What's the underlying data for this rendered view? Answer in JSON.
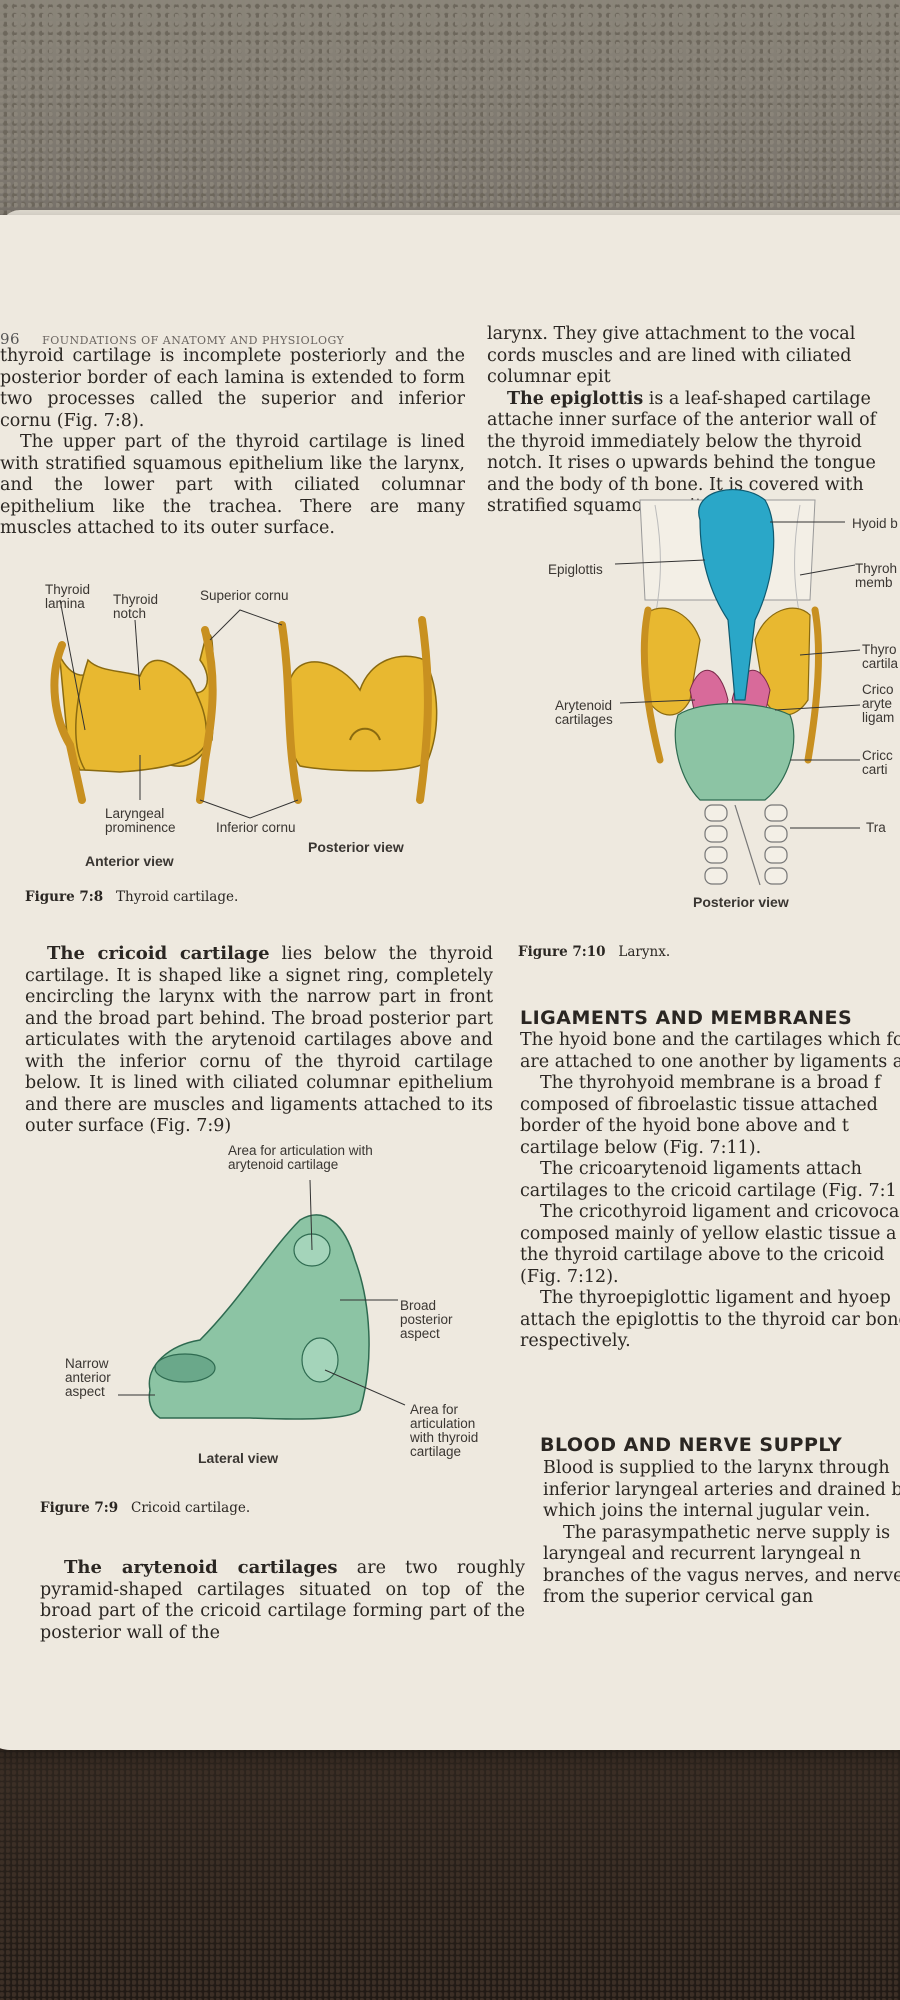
{
  "header": {
    "page_number": "96",
    "running_title": "FOUNDATIONS OF ANATOMY AND PHYSIOLOGY"
  },
  "left_col": {
    "para1": "thyroid cartilage is incomplete posteriorly and the posterior border of each lamina is extended to form two processes called the superior and inferior cornu (Fig. 7:8).",
    "para2": "The upper part of the thyroid cartilage is lined with stratified squamous epithelium like the larynx, and the lower part with ciliated columnar epithelium like the trachea. There are many muscles attached to its outer surface.",
    "fig8": {
      "labels": {
        "thyroid_lamina": "Thyroid lamina",
        "thyroid_notch": "Thyroid notch",
        "superior_cornu": "Superior cornu",
        "laryngeal_prominence": "Laryngeal prominence",
        "inferior_cornu": "Inferior cornu",
        "anterior_view": "Anterior view",
        "posterior_view": "Posterior view"
      },
      "caption_num": "Figure 7:8",
      "caption_text": "Thyroid cartilage."
    },
    "cricoid_heading": "The cricoid cartilage",
    "cricoid_text": "lies below the thyroid cartilage. It is shaped like a signet ring, completely encircling the larynx with the narrow part in front and the broad part behind. The broad posterior part articulates with the arytenoid cartilages above and with the inferior cornu of the thyroid cartilage below. It is lined with ciliated columnar epithelium and there are muscles and ligaments attached to its outer surface (Fig. 7:9)",
    "fig9": {
      "labels": {
        "area_arytenoid": "Area for articulation with arytenoid cartilage",
        "broad_posterior": "Broad posterior aspect",
        "narrow_anterior": "Narrow anterior aspect",
        "area_thyroid": "Area for articulation with thyroid cartilage",
        "lateral_view": "Lateral view"
      },
      "caption_num": "Figure 7:9",
      "caption_text": "Cricoid cartilage."
    },
    "arytenoid_heading": "The arytenoid cartilages",
    "arytenoid_text": "are two roughly pyramid-shaped cartilages situated on top of the broad part of the cricoid cartilage forming part of the posterior wall of the"
  },
  "right_col": {
    "para1": "larynx. They give attachment to the vocal cords muscles and are lined with ciliated columnar epit",
    "epiglottis_heading": "The epiglottis",
    "epiglottis_text": "is a leaf-shaped cartilage attache inner surface of the anterior wall of the thyroid immediately below the thyroid notch. It rises o upwards behind the tongue and the body of th bone. It is covered with stratified squamous epit",
    "fig10": {
      "labels": {
        "hyoid": "Hyoid b",
        "epiglottis": "Epiglottis",
        "thyrohyoid": "Thyroh memb",
        "thyroid_cart": "Thyro cartila",
        "cricoarytenoid": "Crico aryte ligam",
        "arytenoid": "Arytenoid cartilages",
        "cricoid": "Cricc carti",
        "trachea": "Tra",
        "posterior_view": "Posterior view"
      },
      "caption_num": "Figure 7:10",
      "caption_text": "Larynx."
    },
    "ligaments_heading": "LIGAMENTS AND MEMBRANES",
    "ligaments_text": [
      "The hyoid bone and the cartilages which fo are attached to one another by ligaments an",
      "The thyrohyoid membrane is a broad f composed of fibroelastic tissue attached border of the hyoid bone above and t cartilage below (Fig. 7:11).",
      "The cricoarytenoid ligaments attach cartilages to the cricoid cartilage (Fig. 7:1",
      "The cricothyroid ligament and cricovoca composed mainly of yellow elastic tissue a the thyroid cartilage above to the cricoid (Fig. 7:12).",
      "The thyroepiglottic ligament and hyoep attach the epiglottis to the thyroid car bone respectively."
    ],
    "blood_heading": "BLOOD AND NERVE SUPPLY",
    "blood_text": [
      "Blood is supplied to the larynx through inferior laryngeal arteries and drained by which joins the internal jugular vein.",
      "The parasympathetic nerve supply is laryngeal and recurrent laryngeal n branches of the vagus nerves, and nerves from the superior cervical gan"
    ]
  },
  "colors": {
    "page": "#eee9df",
    "cartilage_yellow": "#e8b830",
    "cricoid_green": "#8cc4a4",
    "epiglottis_blue": "#2aa7c8",
    "arytenoid_pink": "#d86a9a"
  }
}
